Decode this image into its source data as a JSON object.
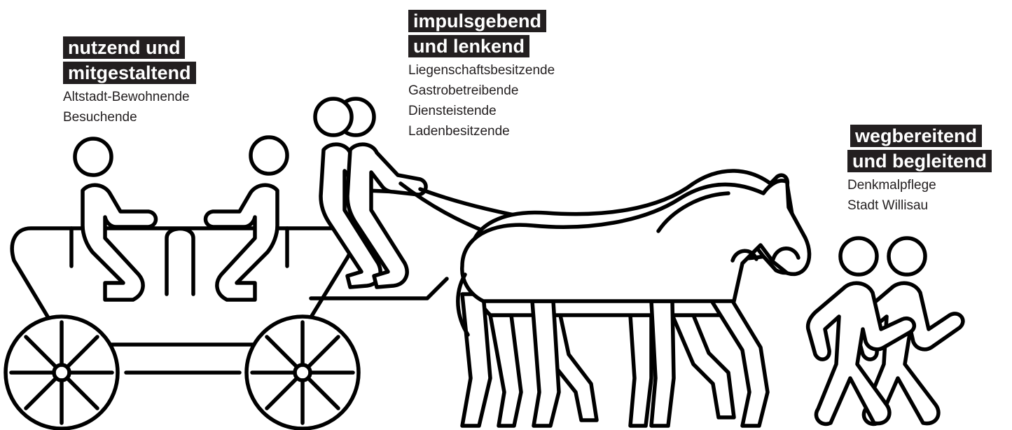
{
  "groups": [
    {
      "heading_line1": "nutzend und",
      "heading_line2": "mitgestaltend",
      "items": [
        "Altstadt-Bewohnende",
        "Besuchende"
      ]
    },
    {
      "heading_line1": "impulsgebend",
      "heading_line2": "und lenkend",
      "items": [
        "Liegenschaftsbesitzende",
        "Gastrobetreibende",
        "Diensteistende",
        "Ladenbesitzende"
      ]
    },
    {
      "heading_line1": "wegbereitend",
      "heading_line2": "und begleitend",
      "items": [
        "Denkmalpflege",
        "Stadt Willisau"
      ]
    }
  ],
  "colors": {
    "highlight_background": "#231f20",
    "highlight_text": "#ffffff",
    "line_art": "#000000"
  },
  "illustration": {
    "icons": [
      "carriage-icon",
      "passenger-icon",
      "coach-driver-icon",
      "horse-icon",
      "walking-person-icon"
    ]
  }
}
